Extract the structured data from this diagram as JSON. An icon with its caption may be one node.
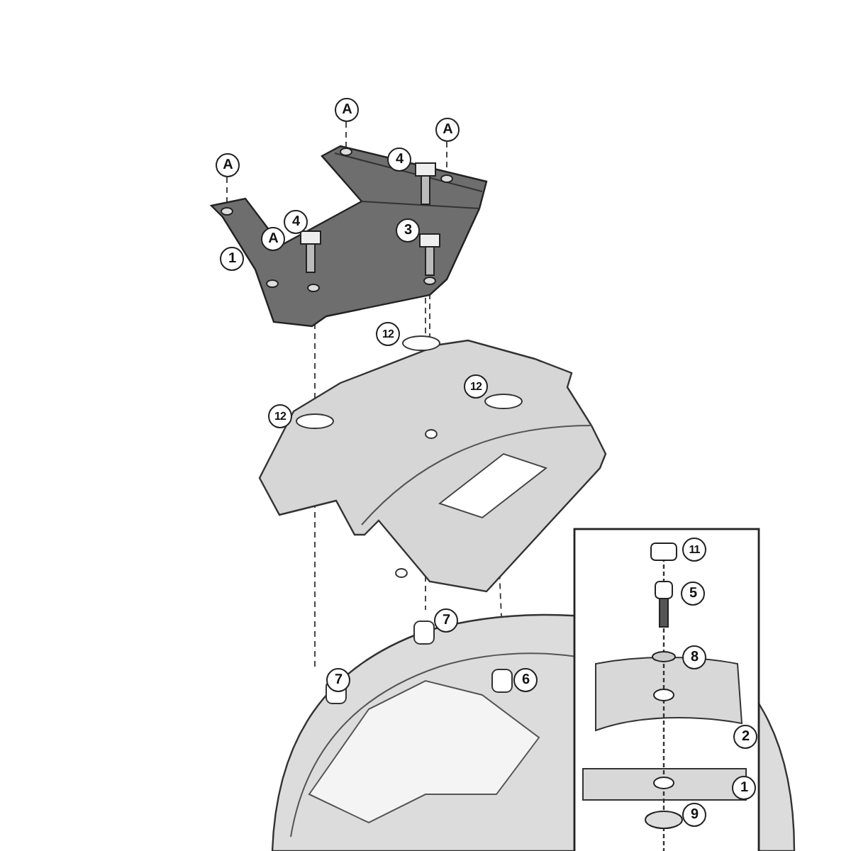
{
  "diagram": {
    "labels": [
      "A",
      "A",
      "A",
      "4",
      "A",
      "4",
      "1",
      "3",
      "12",
      "12",
      "12",
      "11",
      "7",
      "5",
      "8",
      "7",
      "6",
      "2",
      "1",
      "9"
    ]
  }
}
